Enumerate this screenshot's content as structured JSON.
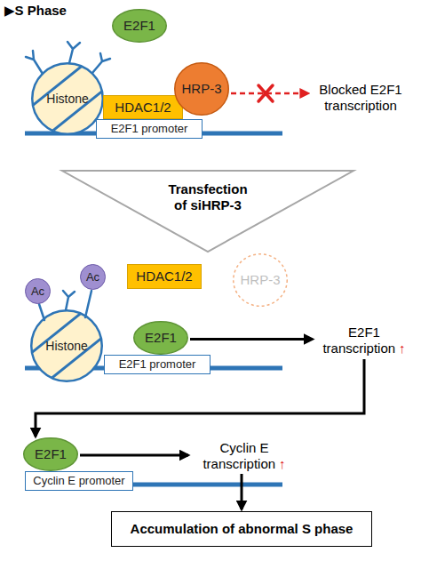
{
  "diagram": {
    "title": "▶S Phase",
    "nodes": [
      {
        "text": [
          "E2F1"
        ]
      },
      {
        "text": [
          "Histone"
        ]
      },
      {
        "text": [
          "HDAC1/2"
        ]
      },
      {
        "text": [
          "HRP-3"
        ]
      },
      {
        "text": [
          "E2F1 promoter"
        ]
      },
      {
        "text": [
          "Blocked E2F1 transcription"
        ]
      },
      {
        "text": [
          "Transfection of siHRP-3"
        ]
      },
      {
        "text": [
          "Ac"
        ]
      },
      {
        "text": [
          "Ac"
        ]
      },
      {
        "text": [
          "HDAC1/2"
        ]
      },
      {
        "text": [
          "HRP-3"
        ]
      },
      {
        "text": [
          "Histone"
        ]
      },
      {
        "text": [
          "E2F1"
        ]
      },
      {
        "text": [
          "E2F1 promoter"
        ]
      },
      {
        "text": [
          "E2F1 transcription",
          "↑"
        ]
      },
      {
        "text": [
          "E2F1"
        ]
      },
      {
        "text": [
          "Cyclin E promoter"
        ]
      },
      {
        "text": [
          "Cyclin E transcription",
          "↑"
        ]
      },
      {
        "text": [
          "Accumulation of abnormal S phase"
        ]
      }
    ],
    "edges": [
      {
        "from": 3,
        "to": 5,
        "arrow": "to"
      },
      {
        "from": 12,
        "to": 14,
        "arrow": "to"
      },
      {
        "from": 14,
        "to": 15,
        "arrow": "to"
      },
      {
        "from": 15,
        "to": 17,
        "arrow": "to"
      },
      {
        "from": 17,
        "to": 18,
        "arrow": "to"
      }
    ]
  }
}
